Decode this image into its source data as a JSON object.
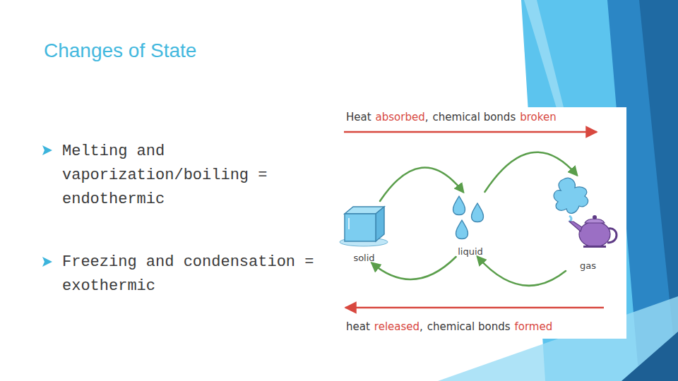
{
  "diagram": {
    "title": "Changes of State",
    "nodes": [
      {
        "text": [
          "solid"
        ]
      },
      {
        "text": [
          "liquid"
        ]
      },
      {
        "text": [
          "gas"
        ]
      }
    ],
    "edges": [
      {
        "from": 0,
        "to": 1,
        "arrow": "to"
      },
      {
        "from": 1,
        "to": 2,
        "arrow": "to"
      },
      {
        "from": 2,
        "to": 1,
        "arrow": "to"
      },
      {
        "from": 1,
        "to": 0,
        "arrow": "to"
      }
    ],
    "labels": [
      "Melting and vaporization/boiling = endothermic",
      "Freezing and condensation = exothermic",
      "Heat",
      "absorbed",
      ",",
      "chemical bonds",
      "broken",
      "heat",
      "released",
      ",",
      "chemical bonds",
      "formed"
    ]
  }
}
